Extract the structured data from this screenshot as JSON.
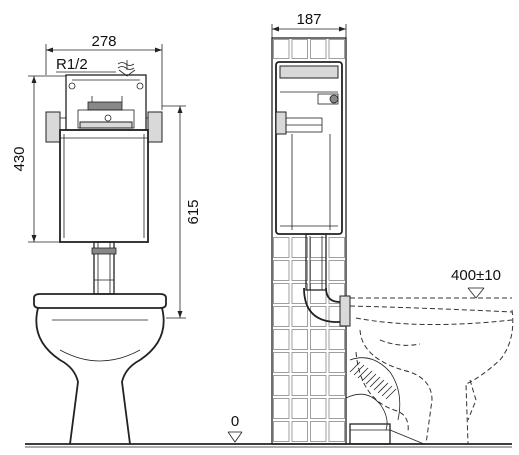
{
  "drawing": {
    "left_view": {
      "width_dim": "278",
      "thread_label": "R1/2",
      "height_dim": "430",
      "bowl_height_dim": "615"
    },
    "right_view": {
      "wall_depth_dim": "187",
      "bowl_height_dim": "400±10",
      "floor_level": "0"
    }
  }
}
